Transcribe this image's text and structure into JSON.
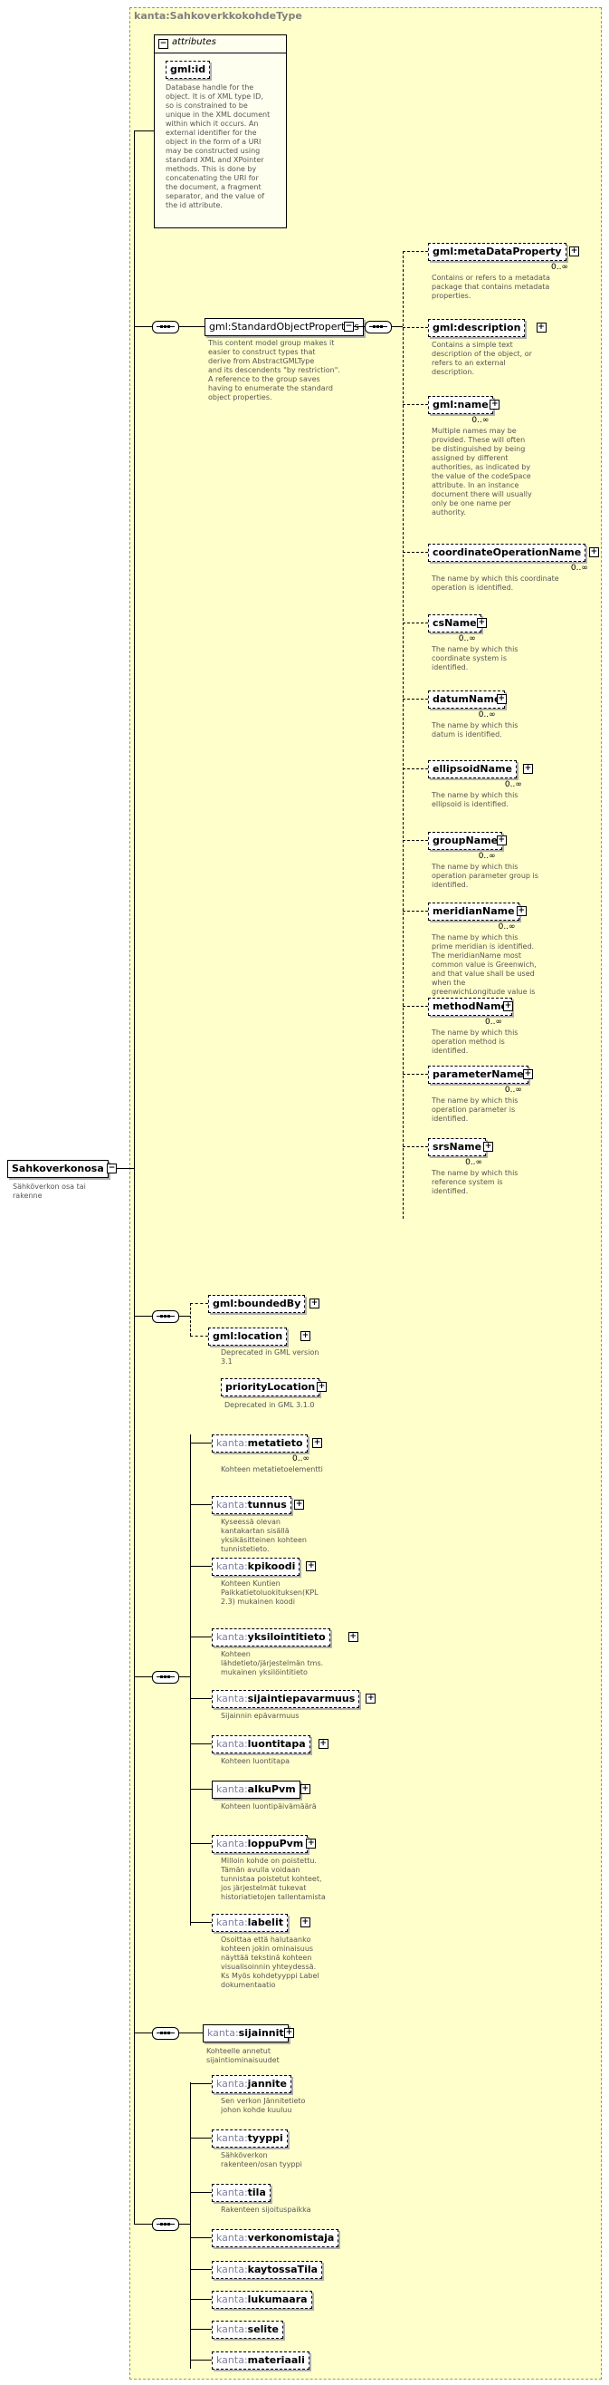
{
  "type_title": "kanta:SahkoverkkokohdeType",
  "attributes_label": "attributes",
  "root": {
    "name": "Sahkoverkonosa",
    "desc": "Sähköverkon osa tai\nrakenne"
  },
  "gml_id": {
    "name": "gml:id",
    "desc": "Database handle for the\nobject.  It is of XML type ID,\nso is constrained to be\nunique in the XML document\nwithin which it occurs.  An\nexternal identifier for the\nobject in the form of a URI\nmay be constructed using\nstandard XML and XPointer\nmethods.  This is done by\nconcatenating the URI for\nthe document, a fragment\nseparator, and the value of\nthe id attribute."
  },
  "std_props": {
    "name": "gml:StandardObjectProperties",
    "desc": "This content model group makes it\neasier to construct types that\nderive from AbstractGMLType\nand its descendents \"by restriction\".\nA reference to the group saves\nhaving to enumerate the standard\nobject properties."
  },
  "std_children": [
    {
      "name": "gml:metaDataProperty",
      "occ": "0..∞",
      "desc": "Contains or refers to a metadata\npackage that contains metadata\nproperties."
    },
    {
      "name": "gml:description",
      "occ": "",
      "desc": "Contains a simple text\ndescription of the object, or\nrefers to an external\ndescription."
    },
    {
      "name": "gml:name",
      "occ": "0..∞",
      "desc": "Multiple names may be\nprovided.  These will often\nbe distinguished by being\nassigned by different\nauthorities, as indicated by\nthe value of the codeSpace\nattribute.  In an instance\ndocument there will usually\nonly be one name per\nauthority."
    },
    {
      "name": "coordinateOperationName",
      "occ": "0..∞",
      "desc": "The name by which this coordinate\noperation is identified."
    },
    {
      "name": "csName",
      "occ": "0..∞",
      "desc": "The name by which this\ncoordinate system is\nidentified."
    },
    {
      "name": "datumName",
      "occ": "0..∞",
      "desc": "The name by which this\ndatum is identified."
    },
    {
      "name": "ellipsoidName",
      "occ": "0..∞",
      "desc": "The name by which this\nellipsoid is identified."
    },
    {
      "name": "groupName",
      "occ": "0..∞",
      "desc": "The name by which this\noperation parameter group is\nidentified."
    },
    {
      "name": "meridianName",
      "occ": "0..∞",
      "desc": "The name by which this\nprime meridian is identified.\nThe meridianName most\ncommon value is Greenwich,\nand that value shall be used\nwhen the\ngreenwichLongitude value is\nzero."
    },
    {
      "name": "methodName",
      "occ": "0..∞",
      "desc": "The name by which this\noperation method is\nidentified."
    },
    {
      "name": "parameterName",
      "occ": "0..∞",
      "desc": "The name by which this\noperation parameter is\nidentified."
    },
    {
      "name": "srsName",
      "occ": "0..∞",
      "desc": "The name by which this\nreference system is\nidentified."
    }
  ],
  "bounded": {
    "name": "gml:boundedBy"
  },
  "location": {
    "name": "gml:location",
    "desc": "Deprecated in GML version\n3.1"
  },
  "priority": {
    "name": "priorityLocation",
    "desc": "Deprecated in GML 3.1.0"
  },
  "kanta_children": [
    {
      "pfx": "kanta:",
      "name": "metatieto",
      "occ": "0..∞",
      "desc": "Kohteen metatietoelementti",
      "dashed": true
    },
    {
      "pfx": "kanta:",
      "name": "tunnus",
      "occ": "",
      "desc": "Kyseessä olevan\nkantakartan sisällä\nyksikäsitteinen kohteen\ntunnistetieto.",
      "dashed": true
    },
    {
      "pfx": "kanta:",
      "name": "kpikoodi",
      "occ": "",
      "desc": "Kohteen Kuntien\nPaikkatietoluokituksen(KPL\n2.3) mukainen koodi",
      "dashed": true
    },
    {
      "pfx": "kanta:",
      "name": "yksilointitieto",
      "occ": "",
      "desc": "Kohteen\nlähdetieto/järjestelmän  tms.\nmukainen yksilöintitieto",
      "dashed": true
    },
    {
      "pfx": "kanta:",
      "name": "sijaintiepavarmuus",
      "occ": "",
      "desc": "Sijainnin epävarmuus",
      "dashed": true
    },
    {
      "pfx": "kanta:",
      "name": "luontitapa",
      "occ": "",
      "desc": "Kohteen luontitapa",
      "dashed": true
    },
    {
      "pfx": "kanta:",
      "name": "alkuPvm",
      "occ": "",
      "desc": "Kohteen luontipäivämäärä",
      "dashed": false
    },
    {
      "pfx": "kanta:",
      "name": "loppuPvm",
      "occ": "",
      "desc": "Milloin kohde on poistettu.\nTämän avulla voidaan\ntunnistaa poistetut kohteet,\njos järjestelmät tukevat\nhistoriatietojen tallentamista",
      "dashed": true
    },
    {
      "pfx": "kanta:",
      "name": "labelit",
      "occ": "",
      "desc": "Osoittaa että halutaanko\nkohteen jokin ominaisuus\nnäyttää tekstinä kohteen\nvisualisoinnin yhteydessä.\nKs Myös kohdetyyppi Label\ndokumentaatio",
      "dashed": true
    }
  ],
  "sijainnit": {
    "pfx": "kanta:",
    "name": "sijainnit",
    "desc": "Kohteelle annetut\nsijaintiominaisuudet"
  },
  "last_children": [
    {
      "pfx": "kanta:",
      "name": "jannite",
      "desc": "Sen verkon Jännitetieto\njohon kohde kuuluu"
    },
    {
      "pfx": "kanta:",
      "name": "tyyppi",
      "desc": "Sähköverkon\nrakenteen/osan tyyppi"
    },
    {
      "pfx": "kanta:",
      "name": "tila",
      "desc": "Rakenteen sijoituspaikka"
    },
    {
      "pfx": "kanta:",
      "name": "verkonomistaja",
      "desc": ""
    },
    {
      "pfx": "kanta:",
      "name": "kaytossaTila",
      "desc": ""
    },
    {
      "pfx": "kanta:",
      "name": "lukumaara",
      "desc": ""
    },
    {
      "pfx": "kanta:",
      "name": "selite",
      "desc": ""
    },
    {
      "pfx": "kanta:",
      "name": "materiaali",
      "desc": ""
    }
  ],
  "colors": {
    "panel": "#ffffcc",
    "panel_border": "#999966",
    "attr_bg": "#fffff0"
  }
}
